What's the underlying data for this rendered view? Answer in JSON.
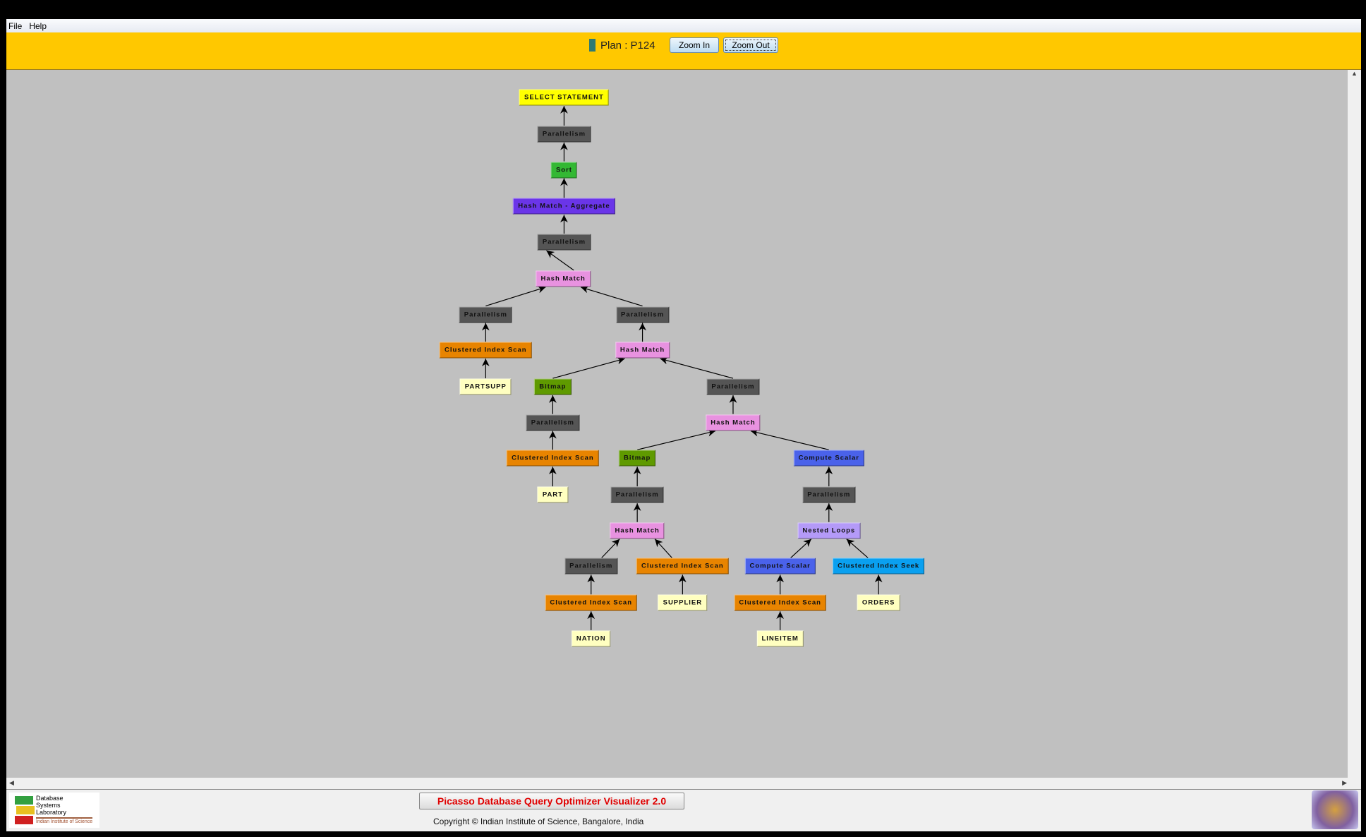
{
  "menu": [
    "File",
    "Help"
  ],
  "toolbar": {
    "plan_label": "Plan : P124",
    "plan_color": "#2f7a72",
    "zoom_in": "Zoom In",
    "zoom_out": "Zoom Out"
  },
  "plan_tree": {
    "nodes": [
      {
        "id": 1,
        "label": "SELECT STATEMENT",
        "type": "select",
        "parent": null
      },
      {
        "id": 2,
        "label": "Parallelism",
        "type": "parallelism",
        "parent": 1
      },
      {
        "id": 3,
        "label": "Sort",
        "type": "sort",
        "parent": 2
      },
      {
        "id": 4,
        "label": "Hash Match - Aggregate",
        "type": "aggregate",
        "parent": 3
      },
      {
        "id": 5,
        "label": "Parallelism",
        "type": "parallelism",
        "parent": 4
      },
      {
        "id": 6,
        "label": "Hash Match",
        "type": "hash",
        "parent": 5
      },
      {
        "id": 7,
        "label": "Parallelism",
        "type": "parallelism",
        "parent": 6
      },
      {
        "id": 8,
        "label": "Clustered Index Scan",
        "type": "scan",
        "parent": 7
      },
      {
        "id": 9,
        "label": "PARTSUPP",
        "type": "table",
        "parent": 8
      },
      {
        "id": 10,
        "label": "Parallelism",
        "type": "parallelism",
        "parent": 6
      },
      {
        "id": 11,
        "label": "Hash Match",
        "type": "hash",
        "parent": 10
      },
      {
        "id": 12,
        "label": "Bitmap",
        "type": "bitmap",
        "parent": 11
      },
      {
        "id": 13,
        "label": "Parallelism",
        "type": "parallelism",
        "parent": 12
      },
      {
        "id": 14,
        "label": "Clustered Index Scan",
        "type": "scan",
        "parent": 13
      },
      {
        "id": 15,
        "label": "PART",
        "type": "table",
        "parent": 14
      },
      {
        "id": 16,
        "label": "Parallelism",
        "type": "parallelism",
        "parent": 11
      },
      {
        "id": 17,
        "label": "Hash Match",
        "type": "hash",
        "parent": 16
      },
      {
        "id": 18,
        "label": "Bitmap",
        "type": "bitmap",
        "parent": 17
      },
      {
        "id": 19,
        "label": "Parallelism",
        "type": "parallelism",
        "parent": 18
      },
      {
        "id": 20,
        "label": "Hash Match",
        "type": "hash",
        "parent": 19
      },
      {
        "id": 21,
        "label": "Parallelism",
        "type": "parallelism",
        "parent": 20
      },
      {
        "id": 22,
        "label": "Clustered Index Scan",
        "type": "scan",
        "parent": 21
      },
      {
        "id": 23,
        "label": "NATION",
        "type": "table",
        "parent": 22
      },
      {
        "id": 24,
        "label": "Clustered Index Scan",
        "type": "scan",
        "parent": 20
      },
      {
        "id": 25,
        "label": "SUPPLIER",
        "type": "table",
        "parent": 24
      },
      {
        "id": 26,
        "label": "Compute Scalar",
        "type": "compute",
        "parent": 17
      },
      {
        "id": 27,
        "label": "Parallelism",
        "type": "parallelism",
        "parent": 26
      },
      {
        "id": 28,
        "label": "Nested Loops",
        "type": "loops",
        "parent": 27
      },
      {
        "id": 29,
        "label": "Compute Scalar",
        "type": "compute",
        "parent": 28
      },
      {
        "id": 30,
        "label": "Clustered Index Scan",
        "type": "scan",
        "parent": 29
      },
      {
        "id": 31,
        "label": "LINEITEM",
        "type": "table",
        "parent": 30
      },
      {
        "id": 32,
        "label": "Clustered Index Seek",
        "type": "seek",
        "parent": 28
      },
      {
        "id": 33,
        "label": "ORDERS",
        "type": "table",
        "parent": 32
      }
    ]
  },
  "node_colors": {
    "select": "#ffff00",
    "parallelism": "#555555",
    "sort": "#33b833",
    "aggregate": "#6a35e8",
    "hash": "#e892e0",
    "scan": "#e88400",
    "table": "#ffffc0",
    "bitmap": "#5f9a00",
    "compute": "#4a62ea",
    "loops": "#b49af8",
    "seek": "#0aa0f0"
  },
  "footer": {
    "logo_text": [
      "Database",
      "Systems",
      "Laboratory",
      "Indian Institute of Science"
    ],
    "app_title": "Picasso Database Query Optimizer Visualizer 2.0",
    "copyright": "Copyright © Indian Institute of Science, Bangalore, India"
  }
}
